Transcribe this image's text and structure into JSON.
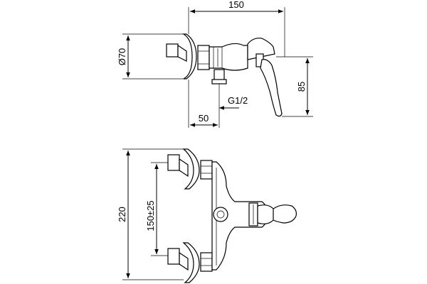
{
  "dimensions": {
    "width_top": "150",
    "diameter_flange": "Ø70",
    "height_handle": "85",
    "offset_inlet": "50",
    "thread": "G1/2",
    "height_total": "220",
    "center_distance": "150±25"
  }
}
